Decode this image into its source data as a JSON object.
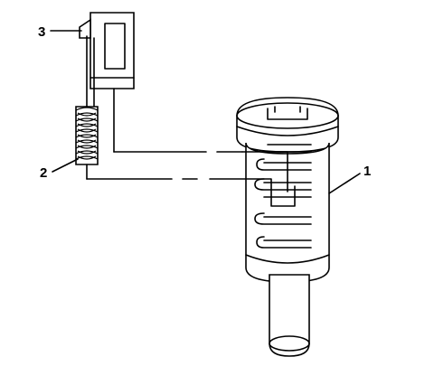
{
  "callouts": {
    "label_1": "1",
    "label_2": "2",
    "label_3": "3"
  }
}
